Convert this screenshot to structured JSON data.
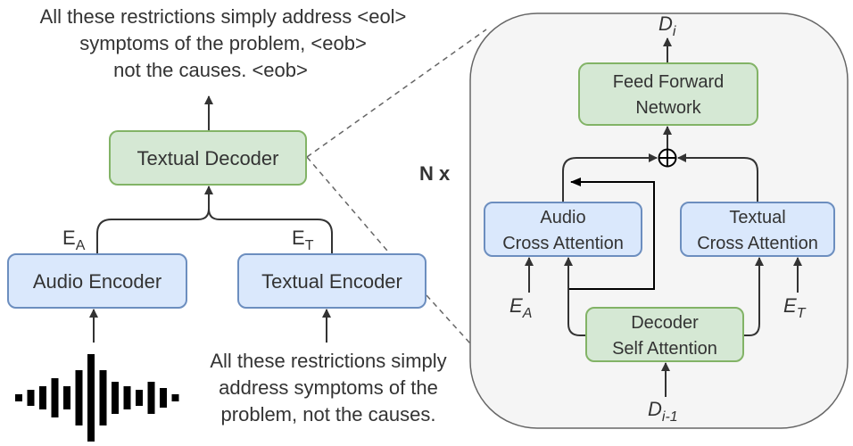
{
  "output_text": {
    "lines": [
      "All these restrictions simply address <eol>",
      "symptoms of the problem, <eob>",
      "not the causes. <eob>"
    ]
  },
  "input_text": {
    "lines": [
      "All these restrictions simply",
      "address symptoms of the",
      "problem, not the causes."
    ]
  },
  "left": {
    "textual_decoder": "Textual Decoder",
    "audio_encoder": "Audio Encoder",
    "textual_encoder": "Textual Encoder",
    "ea_label": {
      "base": "E",
      "sub": "A"
    },
    "et_label": {
      "base": "E",
      "sub": "T"
    },
    "waveform_icon": "audio-waveform-icon"
  },
  "repeat_label": "N x",
  "right": {
    "feed_forward": [
      "Feed Forward",
      "Network"
    ],
    "audio_cross_attention": [
      "Audio",
      "Cross Attention"
    ],
    "textual_cross_attention": [
      "Textual",
      "Cross Attention"
    ],
    "decoder_self_attention": [
      "Decoder",
      "Self Attention"
    ],
    "di_label": {
      "base": "D",
      "sub": "i"
    },
    "di_prev_label": {
      "base": "D",
      "sub": "i-1"
    },
    "ea_label": {
      "base": "E",
      "sub": "A"
    },
    "et_label": {
      "base": "E",
      "sub": "T"
    },
    "add_icon": "circled-plus-icon"
  },
  "colors": {
    "green_fill": "#d5e8d4",
    "green_stroke": "#82b366",
    "blue_fill": "#dae8fc",
    "blue_stroke": "#6c8ebf",
    "panel_fill": "#f5f5f5",
    "panel_stroke": "#666666",
    "line": "#333333",
    "text": "#333333"
  }
}
